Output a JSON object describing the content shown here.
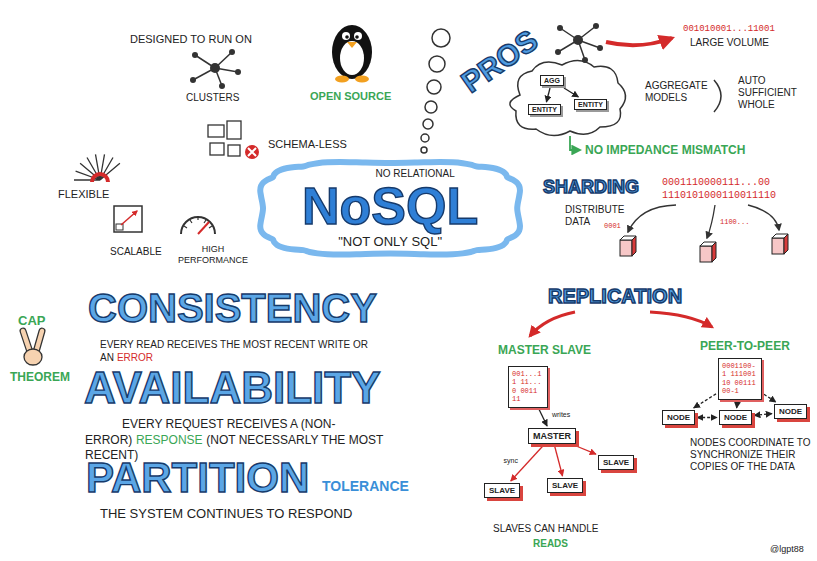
{
  "diagram": {
    "nodes": [
      {
        "text": [
          "NO RELATIONAL",
          "NoSQL",
          "\"NOT ONLY SQL\""
        ]
      },
      {
        "text": [
          "AGG"
        ]
      },
      {
        "text": [
          "ENTITY"
        ]
      },
      {
        "text": [
          "ENTITY"
        ]
      },
      {
        "text": [
          "001...11 11...0 0011 11"
        ]
      },
      {
        "text": [
          "0001100-1 11100110 0011100-1"
        ]
      },
      {
        "text": [
          "MASTER"
        ]
      },
      {
        "text": [
          "SLAVE"
        ]
      },
      {
        "text": [
          "SLAVE"
        ]
      },
      {
        "text": [
          "SLAVE"
        ]
      },
      {
        "text": [
          "NODE"
        ]
      },
      {
        "text": [
          "NODE"
        ]
      },
      {
        "text": [
          "NODE"
        ]
      }
    ],
    "edges": [
      {
        "from": 1,
        "to": 2,
        "arrow": "to"
      },
      {
        "from": 1,
        "to": 3,
        "arrow": "to"
      },
      {
        "from": 4,
        "to": 6,
        "label": "writes",
        "arrow": "to"
      },
      {
        "from": 6,
        "to": 7,
        "label": "sync",
        "arrow": "to"
      },
      {
        "from": 6,
        "to": 8,
        "arrow": "to"
      },
      {
        "from": 6,
        "to": 9,
        "arrow": "to"
      },
      {
        "from": 5,
        "to": 10,
        "arrow": "to"
      },
      {
        "from": 5,
        "to": 11,
        "arrow": "to"
      },
      {
        "from": 5,
        "to": 12,
        "arrow": "to"
      },
      {
        "from": 10,
        "to": 11,
        "arrow": "both"
      },
      {
        "from": 11,
        "to": 12,
        "arrow": "both"
      }
    ],
    "labels": [
      "DESIGNED TO RUN ON",
      "CLUSTERS",
      "OPEN SOURCE",
      "SCHEMA-LESS",
      "FLEXIBLE",
      "SCALABLE",
      "HIGH PERFORMANCE",
      "PROS",
      "001010001...11001",
      "LARGE VOLUME",
      "AGGREGATE MODELS",
      "AUTO SUFFICIENT WHOLE",
      "NO IMPEDANCE MISMATCH",
      "SHARDING",
      "DISTRIBUTE DATA",
      "0001110000111...00",
      "1110101000110011110",
      "0001",
      "1100...",
      "CAP",
      "THEOREM",
      "CONSISTENCY",
      "EVERY READ RECEIVES THE MOST RECENT WRITE OR AN",
      "ERROR",
      "AVAILABILITY",
      "EVERY REQUEST RECEIVES A (NON-ERROR)",
      "RESPONSE",
      "(NOT NECESSARLY THE MOST RECENT)",
      "PARTITION",
      "TOLERANCE",
      "THE SYSTEM CONTINUES TO RESPOND",
      "REPLICATION",
      "MASTER SLAVE",
      "PEER-TO-PEER",
      "SLAVES CAN HANDLE",
      "READS",
      "NODES COORDINATE TO SYNCHRONIZE THEIR COPIES OF THE DATA",
      "@lgpt88"
    ]
  }
}
